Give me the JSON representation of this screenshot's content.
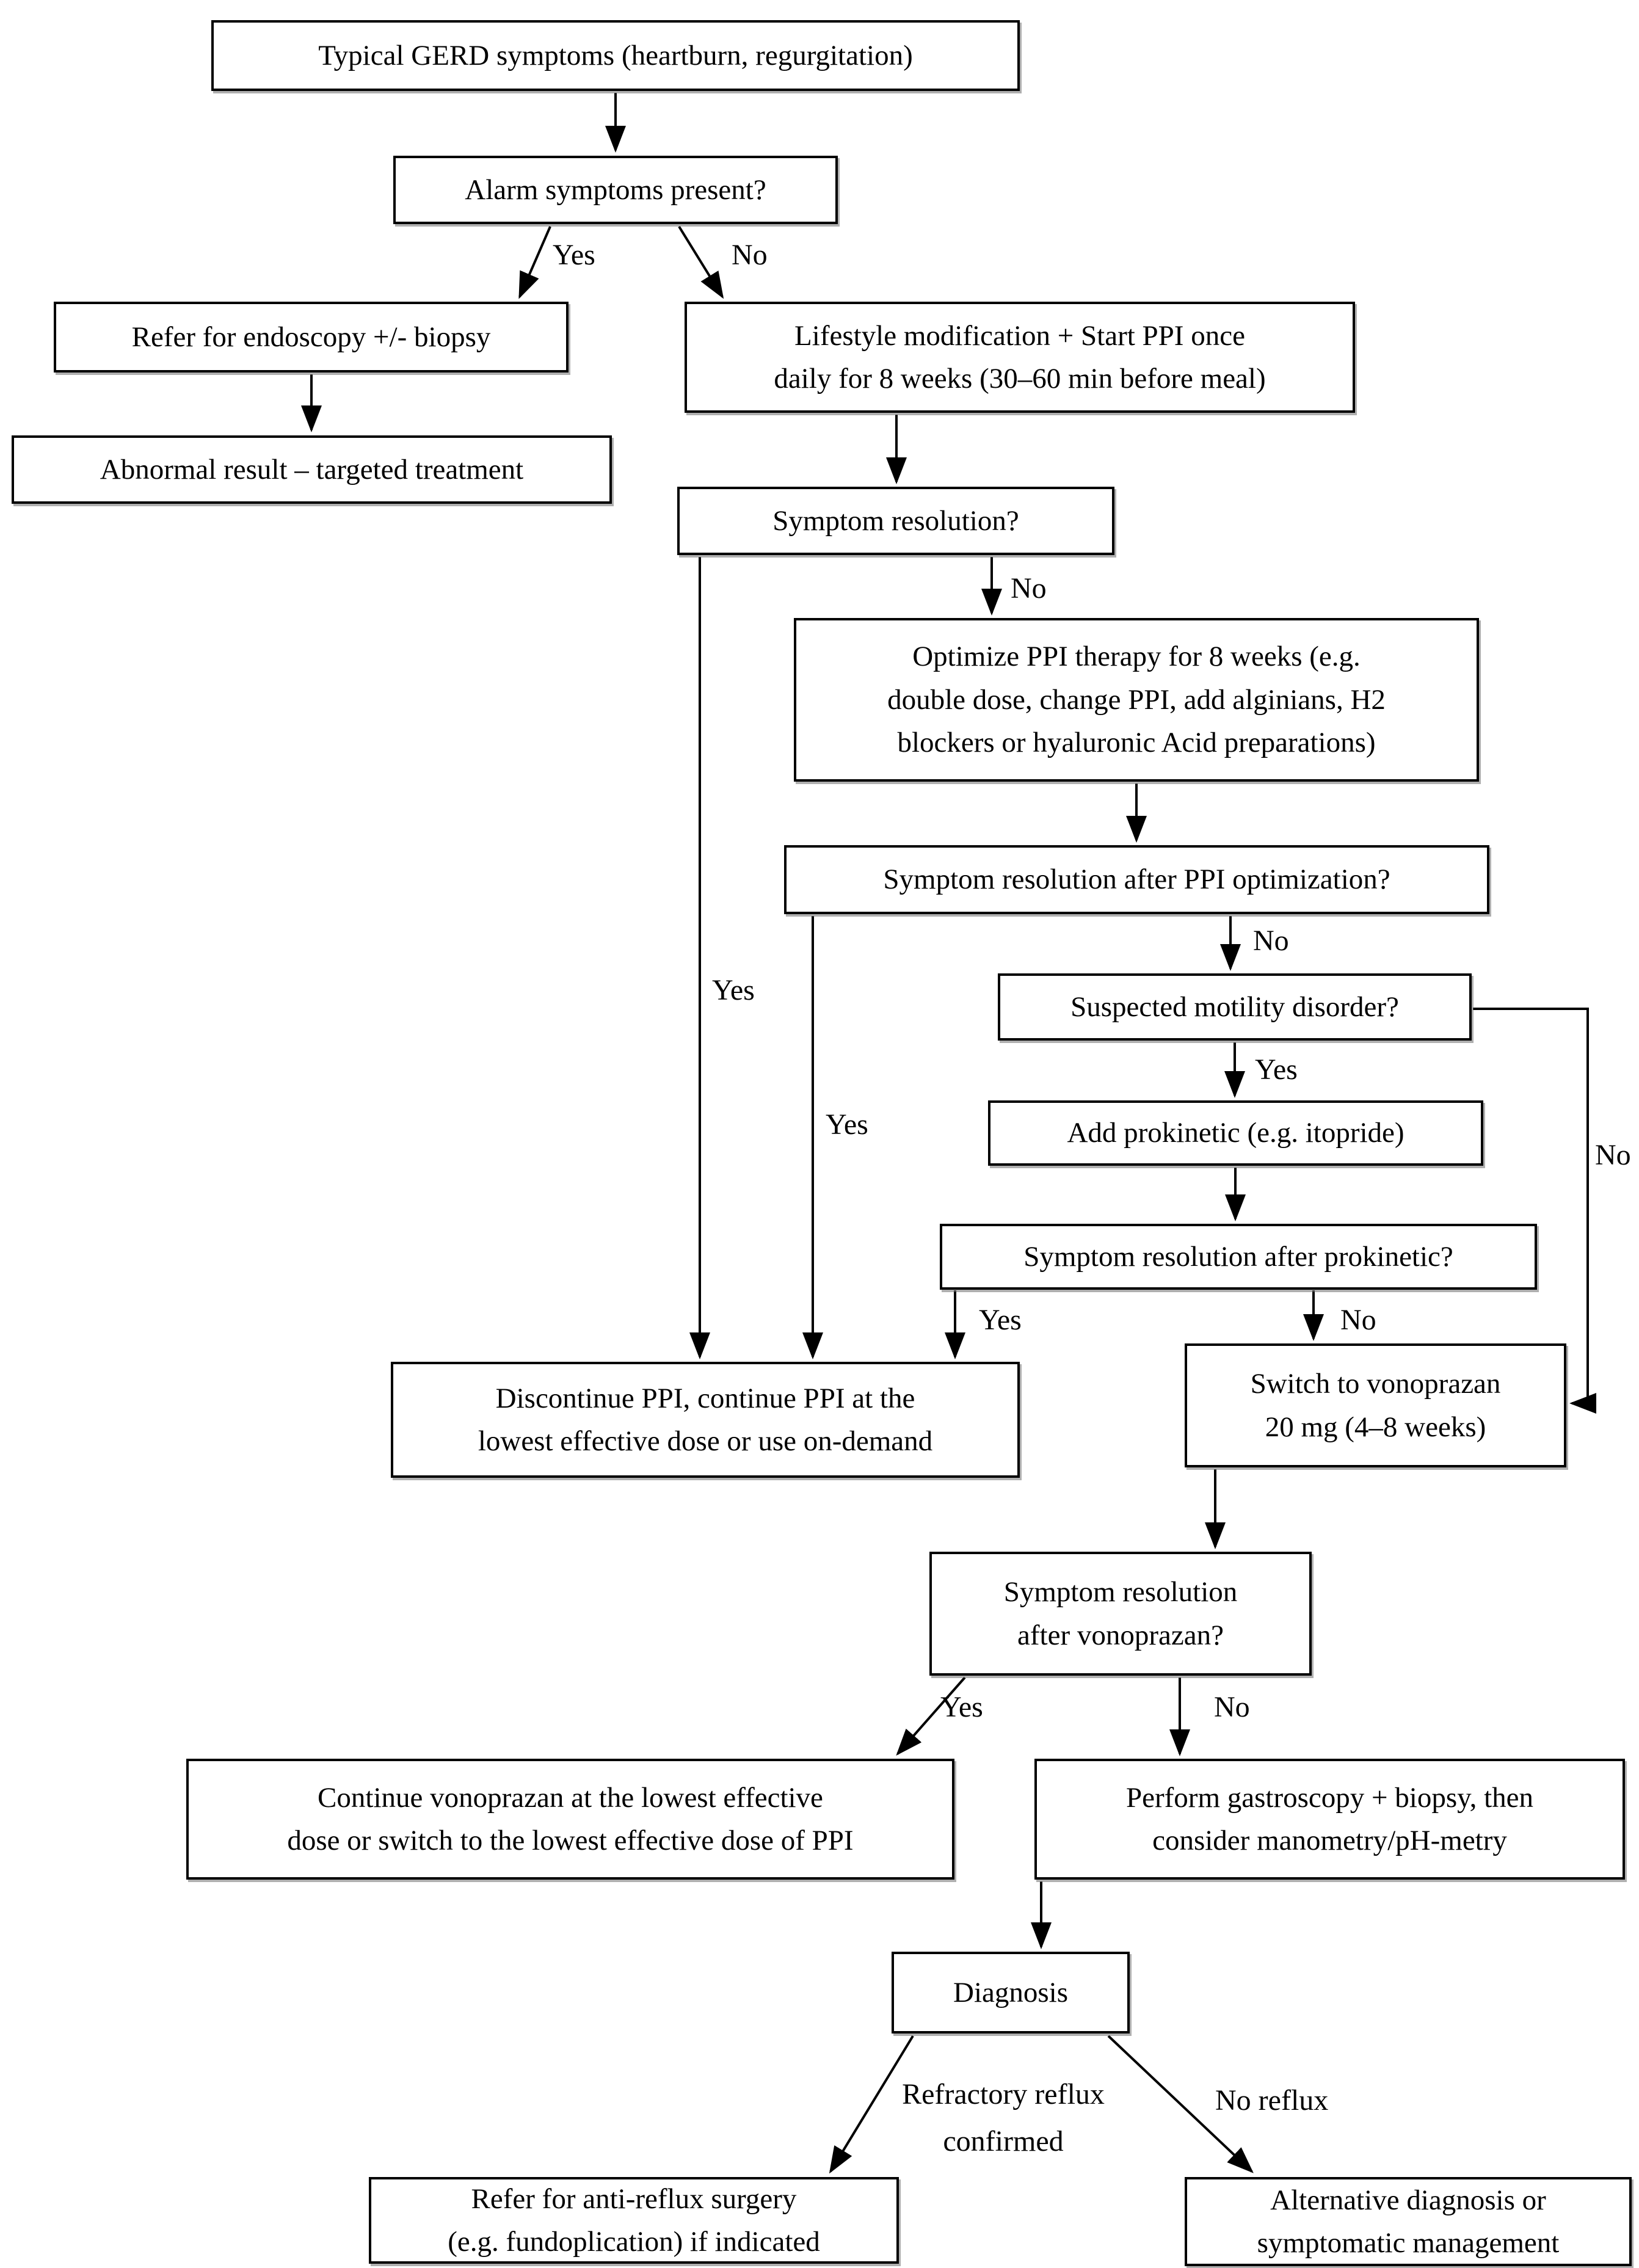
{
  "colors": {
    "box_border": "#000000",
    "box_fill": "#ffffff",
    "text_color": "#000000",
    "connector": "#000000"
  },
  "flowchart": {
    "nodes": {
      "typical_gerd": {
        "text": "Typical GERD symptoms (heartburn, regurgitation)"
      },
      "alarm_symptoms": {
        "text": "Alarm symptoms present?"
      },
      "refer_endoscopy": {
        "text": "Refer for endoscopy +/- biopsy"
      },
      "abnormal_result": {
        "text": "Abnormal result – targeted treatment"
      },
      "lifestyle_ppi": {
        "text": "Lifestyle modification + Start PPI once\ndaily for 8 weeks (30–60 min before meal)"
      },
      "symptom_resolution": {
        "text": "Symptom resolution?"
      },
      "optimize_ppi": {
        "text": "Optimize PPI therapy for 8 weeks (e.g.\ndouble dose, change PPI, add alginians, H2\nblockers or hyaluronic Acid preparations)"
      },
      "resolution_after_optimization": {
        "text": "Symptom resolution after PPI optimization?"
      },
      "suspected_motility": {
        "text": "Suspected motility disorder?"
      },
      "add_prokinetic": {
        "text": "Add prokinetic (e.g. itopride)"
      },
      "resolution_after_prokinetic": {
        "text": "Symptom resolution after prokinetic?"
      },
      "discontinue_ppi": {
        "text": "Discontinue PPI, continue PPI at the\nlowest effective dose or use on-demand"
      },
      "switch_vonoprazan": {
        "text": "Switch to vonoprazan\n20 mg (4–8 weeks)"
      },
      "resolution_after_vonoprazan": {
        "text": "Symptom resolution\nafter vonoprazan?"
      },
      "continue_vonoprazan": {
        "text": "Continue vonoprazan at the lowest effective\ndose or switch to the lowest effective dose of PPI"
      },
      "gastroscopy": {
        "text": "Perform gastroscopy + biopsy, then\nconsider manometry/pH-metry"
      },
      "diagnosis": {
        "text": "Diagnosis"
      },
      "antireflux_surgery": {
        "text": "Refer for anti-reflux surgery\n(e.g. fundoplication) if indicated"
      },
      "alternative_diagnosis": {
        "text": "Alternative diagnosis or\nsymptomatic management"
      }
    },
    "edge_labels": {
      "alarm_yes": "Yes",
      "alarm_no": "No",
      "sympres_yes": "Yes",
      "sympres_no": "No",
      "ppiopt_yes": "Yes",
      "ppiopt_no": "No",
      "motility_yes": "Yes",
      "motility_no": "No",
      "prokinetic_yes": "Yes",
      "prokinetic_no": "No",
      "vonoprazan_yes": "Yes",
      "vonoprazan_no": "No",
      "refractory": "Refractory reflux\nconfirmed",
      "no_reflux": "No reflux"
    }
  }
}
